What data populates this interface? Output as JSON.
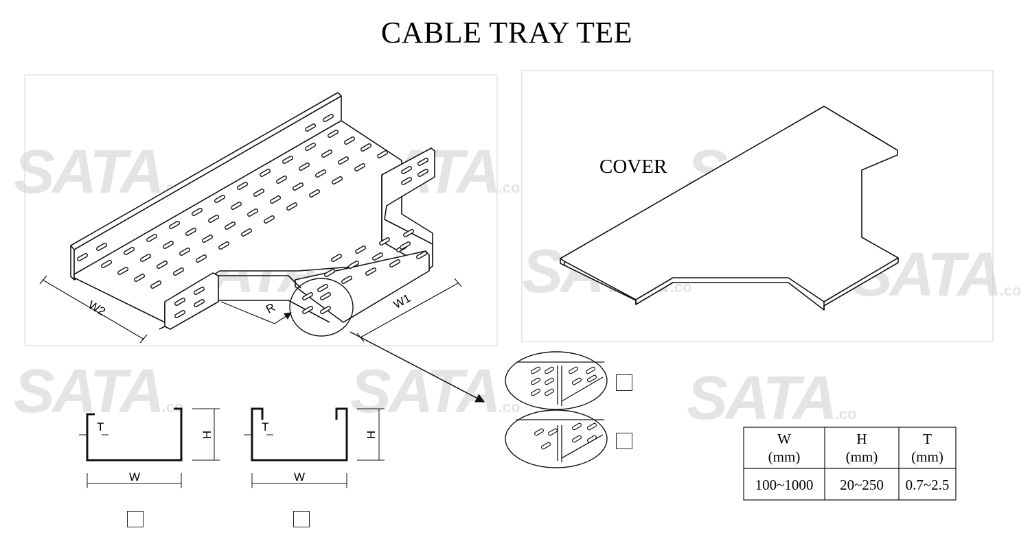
{
  "title": "CABLE TRAY TEE",
  "watermark": {
    "text": "SATA",
    "suffix": ".co"
  },
  "tee_drawing": {
    "labels": {
      "w2": "W2",
      "w1": "W1",
      "r": "R"
    }
  },
  "cover_drawing": {
    "label": "COVER"
  },
  "profile_a": {
    "labels": {
      "t": "T",
      "h": "H",
      "w": "W"
    }
  },
  "profile_b": {
    "labels": {
      "t": "T",
      "h": "H",
      "w": "W"
    }
  },
  "spec_table": {
    "headers": [
      {
        "name": "W",
        "unit": "(mm)"
      },
      {
        "name": "H",
        "unit": "(mm)"
      },
      {
        "name": "T",
        "unit": "(mm)"
      }
    ],
    "row": [
      "100~1000",
      "20~250",
      "0.7~2.5"
    ]
  },
  "colors": {
    "line": "#111111",
    "watermark": "#e4e4e4",
    "frame": "#cfcfcf"
  }
}
